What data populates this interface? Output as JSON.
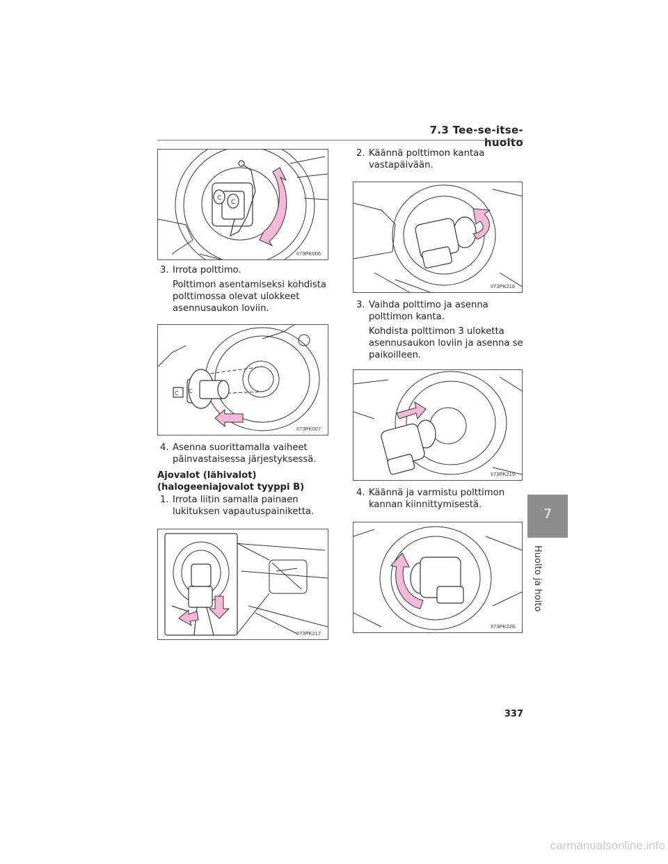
{
  "header": {
    "section_title": "7.3 Tee-se-itse-huolto"
  },
  "figures": {
    "f1": {
      "code": "II73PK006"
    },
    "f2": {
      "code": "II73PK007"
    },
    "f3": {
      "code": "II73PK217"
    },
    "f4": {
      "code": "II73PK218"
    },
    "f5": {
      "code": "II73PK219"
    },
    "f6": {
      "code": "II73PK220"
    }
  },
  "left_column": {
    "step3": {
      "num": "3.",
      "text": "Irrota polttimo.",
      "sub": "Polttimon asentamiseksi kohdista polttimossa olevat ulokkeet asennusaukon loviin."
    },
    "step4": {
      "num": "4.",
      "text": "Asenna suorittamalla vaiheet päinvastaisessa järjestyksessä."
    },
    "section_heading": "Ajovalot (lähivalot) (halogeeniajovalot tyyppi B)",
    "step1": {
      "num": "1.",
      "text": "Irrota liitin samalla painaen lukituksen vapautuspainiketta."
    }
  },
  "right_column": {
    "step2": {
      "num": "2.",
      "text": "Käännä polttimon kantaa vastapäivään."
    },
    "step3": {
      "num": "3.",
      "text": "Vaihda polttimo ja asenna polttimon kanta.",
      "sub": "Kohdista polttimon 3 uloketta asennusaukon loviin ja asenna se paikoilleen."
    },
    "step4": {
      "num": "4.",
      "text": "Käännä ja varmistu polttimon kannan kiinnittymisestä."
    }
  },
  "side_tab": {
    "number": "7",
    "label": "Huolto ja hoito"
  },
  "page_number": "337",
  "watermark": "carmanualsonline.info",
  "colors": {
    "arrow_pink": "#f4b8d8",
    "line": "#333333",
    "tab_gray": "#8a8e8f"
  }
}
